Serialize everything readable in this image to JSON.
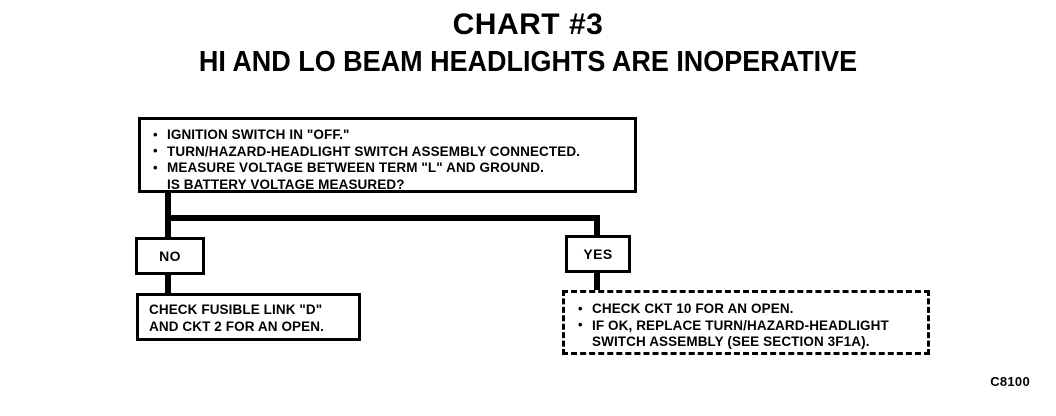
{
  "header": {
    "title": "CHART #3",
    "subtitle": "HI AND LO BEAM HEADLIGHTS ARE INOPERATIVE"
  },
  "flowchart": {
    "question_box": {
      "lines": [
        "IGNITION SWITCH IN \"OFF.\"",
        "TURN/HAZARD-HEADLIGHT SWITCH ASSEMBLY CONNECTED.",
        "MEASURE VOLTAGE BETWEEN TERM \"L\" AND GROUND.",
        "IS BATTERY VOLTAGE MEASURED?"
      ]
    },
    "branches": {
      "no_label": "NO",
      "yes_label": "YES"
    },
    "no_result": {
      "lines": [
        "CHECK FUSIBLE LINK \"D\"",
        "AND CKT 2 FOR AN OPEN."
      ]
    },
    "yes_result": {
      "lines": [
        "CHECK CKT 10 FOR AN OPEN.",
        "IF OK, REPLACE TURN/HAZARD-HEADLIGHT",
        "SWITCH ASSEMBLY (SEE SECTION 3F1A)."
      ]
    }
  },
  "footer": {
    "code": "C8100"
  },
  "colors": {
    "ink": "#000000",
    "paper": "#ffffff"
  }
}
